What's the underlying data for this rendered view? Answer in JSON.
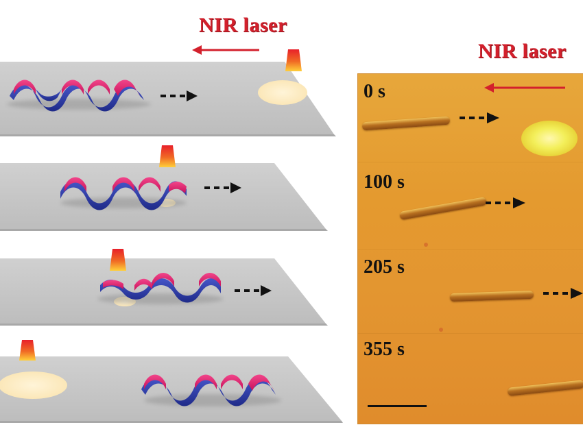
{
  "left_panel": {
    "title": "NIR laser",
    "arrow_color": "#d3202c",
    "laser_color": "#f08020",
    "stage_color": "#c7c7c7",
    "actuator_colors": [
      "#e0206a",
      "#2a3aa8"
    ],
    "icons": [
      "laser-nozzle-icon",
      "dotted-arrow-right-icon",
      "arrow-left-icon"
    ]
  },
  "right_panel": {
    "title": "NIR laser",
    "background_color": "#e49a2f",
    "timestamps": [
      "0 s",
      "100 s",
      "205 s",
      "355 s"
    ]
  }
}
